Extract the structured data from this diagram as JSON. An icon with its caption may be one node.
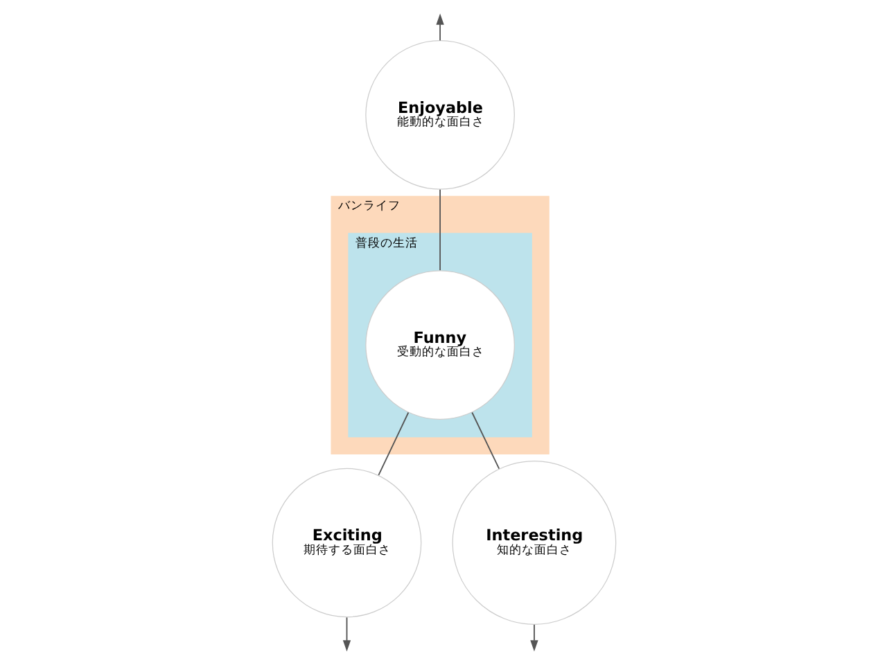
{
  "diagram": {
    "nodes": [
      {
        "text": [
          "バンライフ"
        ]
      },
      {
        "text": [
          "普段の生活"
        ],
        "in": 0
      },
      {
        "text": [
          "Enjoyable",
          "能動的な面白さ"
        ]
      },
      {
        "text": [
          "Funny",
          "受動的な面白さ"
        ],
        "in": 1
      },
      {
        "text": [
          "Exciting",
          "期待する面白さ"
        ]
      },
      {
        "text": [
          "Interesting",
          "知的な面白さ"
        ]
      }
    ],
    "edges": [
      {
        "from": 2,
        "to": null,
        "arrow": "to"
      },
      {
        "from": 3,
        "to": 2,
        "arrow": "none"
      },
      {
        "from": 3,
        "to": 4,
        "arrow": "none"
      },
      {
        "from": 3,
        "to": 5,
        "arrow": "none"
      },
      {
        "from": 4,
        "to": null,
        "arrow": "to"
      },
      {
        "from": 5,
        "to": null,
        "arrow": "to"
      }
    ]
  }
}
